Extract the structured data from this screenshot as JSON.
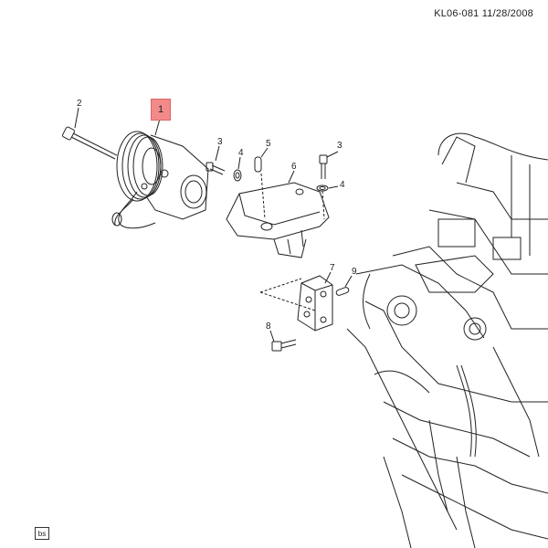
{
  "header": {
    "code": "KL06-081  11/28/2008"
  },
  "callouts": {
    "c1": "1",
    "c2": "2",
    "c3a": "3",
    "c3b": "3",
    "c4a": "4",
    "c4b": "4",
    "c5": "5",
    "c6": "6",
    "c7": "7",
    "c8": "8",
    "c9": "9"
  },
  "footer": {
    "badge": "bs"
  },
  "colors": {
    "highlight": "#f28a8a",
    "line": "#222222"
  }
}
